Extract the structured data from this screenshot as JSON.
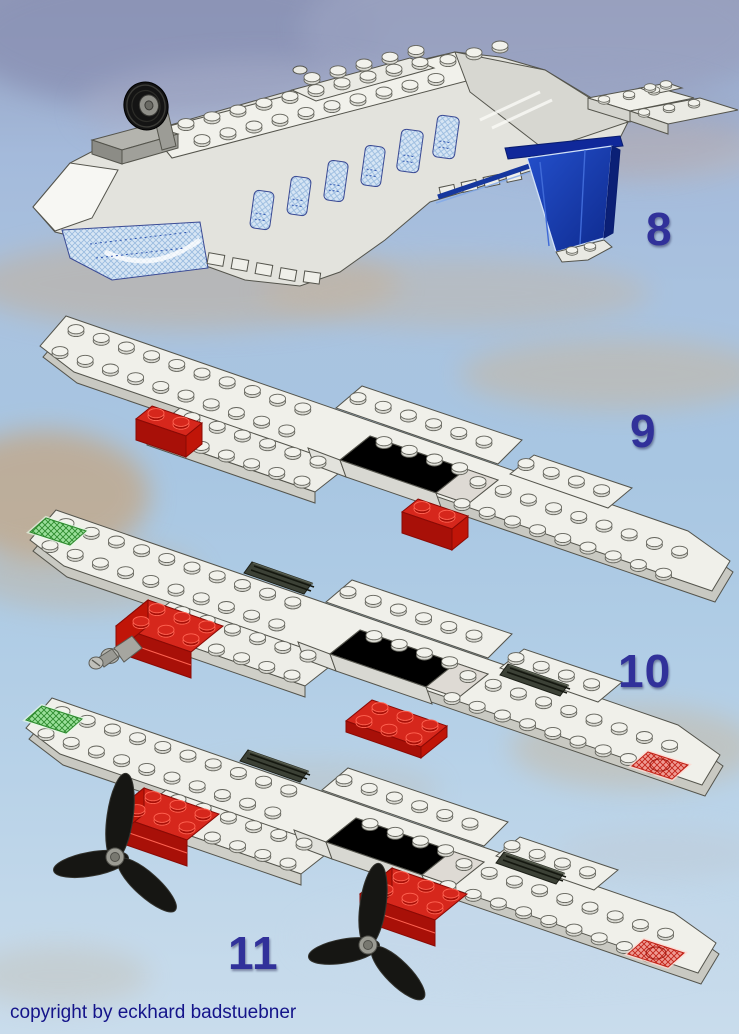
{
  "steps": [
    {
      "number": "8",
      "model": "airplane-fuselage-inverted-with-wheel-and-tail-fin"
    },
    {
      "number": "9",
      "model": "wing-plate-with-two-red-bricks"
    },
    {
      "number": "10",
      "model": "wing-with-engine-brick-pin-grilles-and-trans-plates"
    },
    {
      "number": "11",
      "model": "wing-with-two-black-propellers"
    }
  ],
  "footer": {
    "copyright_text": "copyright by eckhard badstuebner"
  },
  "colors": {
    "step_number": "#31319a",
    "copyright_text": "#14148a",
    "lego_white": "#f0f0ea",
    "lego_red_top": "#d6271c",
    "lego_red_side": "#a81008",
    "tail_fin_blue": "#1c44c0",
    "trans_green": "#9adf9a",
    "trans_red": "#ef9a92",
    "grille_gray": "#3c4136",
    "propeller_black": "#161613",
    "sky_top": "#959db9",
    "sky_mid": "#a8c6e2",
    "sky_bottom": "#c9dcec"
  }
}
